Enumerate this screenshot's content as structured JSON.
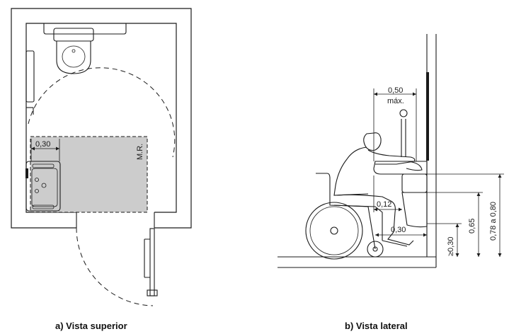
{
  "captions": {
    "top_view": "a) Vista superior",
    "side_view": "b) Vista lateral"
  },
  "top_view": {
    "mr_label": "M.R.",
    "dim_sink": "0,30"
  },
  "side_view": {
    "dim_width": "0,50",
    "dim_width_note": "máx.",
    "dim_knee": "0,12",
    "dim_depth": "0,30",
    "dim_h1": "≥0,30",
    "dim_h2": "0,65",
    "dim_h3": "0,78 a 0,80"
  },
  "colors": {
    "maneuver_area": "#cccccc",
    "line": "#1a1a1a"
  }
}
